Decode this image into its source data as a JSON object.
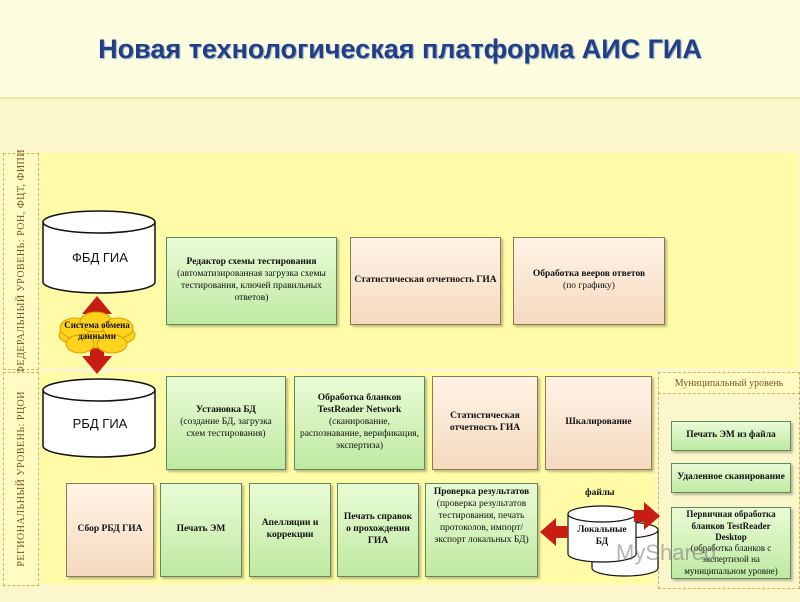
{
  "title": "Новая технологическая платформа АИС ГИА",
  "levels": {
    "federal": "ФЕДЕРАЛЬНЫЙ УРОВЕНЬ: РОН, ФЦТ, ФИПИ",
    "regional": "РЕГИОНАЛЬНЫЙ УРОВЕНЬ: РЦОИ",
    "municipal": "Муниципальный уровень"
  },
  "databases": {
    "fbd": "ФБД ГИА",
    "rbd": "РБД ГИА",
    "exchange": "Система обмена данными",
    "local": "Локальные БД"
  },
  "federal_boxes": [
    {
      "title": "Редактор схемы тестирования",
      "note": "(автоматизированная загрузка схемы тестирования, ключей правильных ответов)"
    },
    {
      "title": "Статистическая отчетность ГИА",
      "note": ""
    },
    {
      "title": "Обработка вееров ответов",
      "note": "(по графику)"
    }
  ],
  "regional_top_boxes": [
    {
      "title": "Установка БД",
      "note": "(создание БД, загрузка схем тестирования)"
    },
    {
      "title": "Обработка бланков TestReader Network",
      "note": "(сканирование, распознавание, верификация, экспертиза)"
    },
    {
      "title": "Статистическая отчетность ГИА",
      "note": ""
    },
    {
      "title": "Шкалирование",
      "note": ""
    }
  ],
  "regional_bottom_boxes": [
    {
      "title": "Сбор РБД ГИА",
      "note": ""
    },
    {
      "title": "Печать ЭМ",
      "note": ""
    },
    {
      "title": "Апелляции и коррекции",
      "note": ""
    },
    {
      "title": "Печать справок о прохождении ГИА",
      "note": ""
    },
    {
      "title": "Проверка результатов",
      "note": "(проверка результатов тестирования, печать протоколов, импорт/экспорт локальных БД)"
    }
  ],
  "files_label": "файлы",
  "municipal_boxes": [
    {
      "title": "Печать ЭМ из файла",
      "note": ""
    },
    {
      "title": "Удаленное сканирование",
      "note": ""
    },
    {
      "title": "Первичная обработка бланков TestReader Desktop",
      "note": "(обработка бланков с экспертизой на муниципальном уровне)"
    }
  ],
  "watermark": "MyShared",
  "colors": {
    "title": "#1f3f86",
    "arrow": "#c81d12",
    "box_green": "#c9efae",
    "box_tan": "#f7e2cf"
  }
}
